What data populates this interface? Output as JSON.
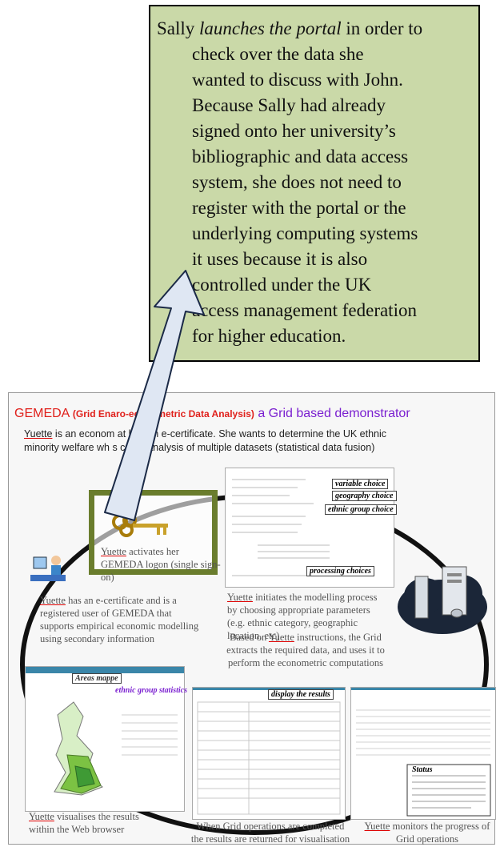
{
  "callout": {
    "lead": "Sally ",
    "lead_italic": "launches the portal",
    "lines": [
      "in order to",
      "check over the data she",
      "wanted to discuss with John.",
      "Because Sally had already",
      "signed onto her university’s",
      "bibliographic and data access",
      "system, she does not need to",
      "register with the portal or the",
      "underlying computing systems",
      "it uses because it is also",
      "controlled under the UK",
      "access management federation",
      "for higher education."
    ]
  },
  "slide": {
    "title_red": "GEMEDA",
    "title_red_small": "(Grid Ena",
    "title_mid": "ro-econometric Data Analysis)",
    "title_purple": " a Grid based demonstrator",
    "intro_name": "Yuette",
    "intro_line1": " is an econom         at has an e-certificate. She wants to determine the UK ethnic",
    "intro_line2": "minority welfare wh        s cross-analysis of multiple datasets (statistical data fusion)"
  },
  "captions": {
    "logon_name": "Yuette",
    "logon": " activates her GEMEDA logon (single sign-on)",
    "ecert_name": "Yuette",
    "ecert": " has an e-certificate and is a registered user of GEMEDA that supports empirical economic modelling using secondary information",
    "model_name": "Yuette",
    "model": " initiates the modelling process by choosing appropriate parameters (e.g. ethnic category, geographic location, etc)",
    "grid_pre": "Based on ",
    "grid_name": "Yuette",
    "grid": " instructions, the Grid extracts the required data, and uses it to perform the econometric computations",
    "vis_name": "Yuette",
    "vis": " visualises the results within the Web browser",
    "returned": "When Grid operations are completed the results are returned for visualisation",
    "monitor_name": "Yuette",
    "monitor": " monitors the progress of Grid operations"
  },
  "tags": {
    "variable": "variable choice",
    "geography": "geography choice",
    "ethnic": "ethnic group choice",
    "processing": "processing choices",
    "display": "display the results",
    "areas": "Areas mappe",
    "ethnic_groups": "ethnic group statistics",
    "status": "Status"
  },
  "colors": {
    "callout_bg": "#cad9a8",
    "key_border": "#6a7d2d",
    "title_red": "#e0201b",
    "title_purple": "#7a1fd0",
    "ribbon": "#3a86a9",
    "map_green": "#7cc243"
  }
}
